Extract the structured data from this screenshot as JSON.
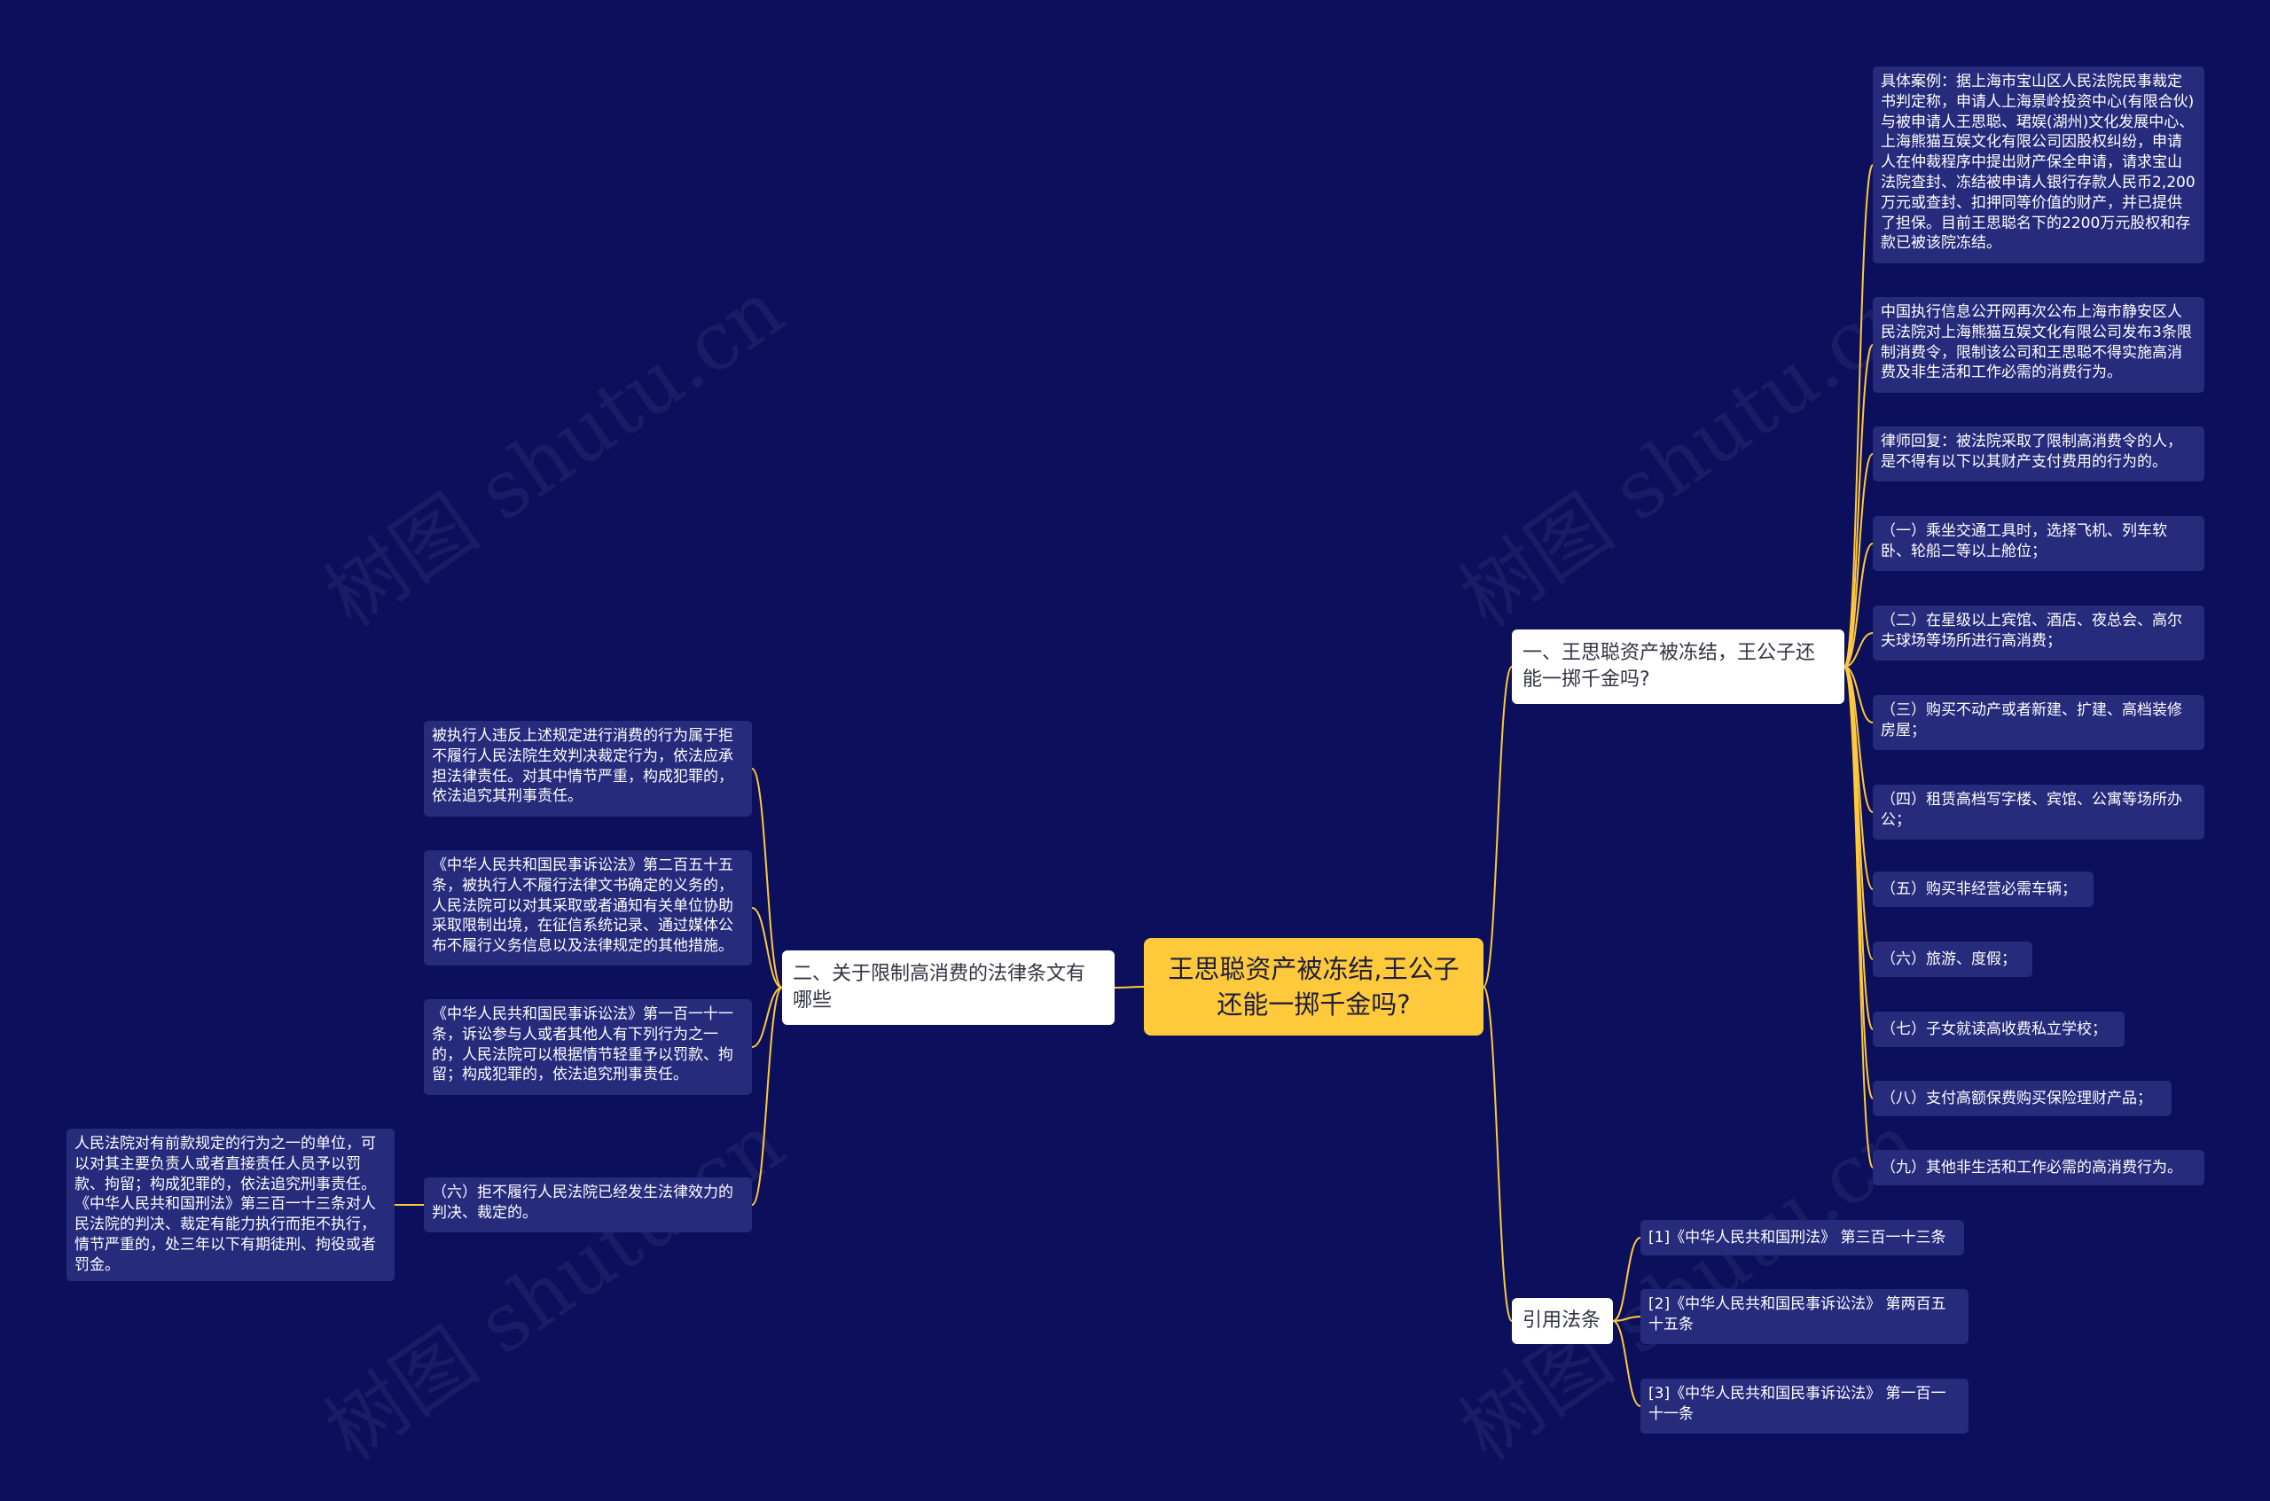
{
  "watermark": "树图 shutu.cn",
  "colors": {
    "background": "#0b0f5c",
    "root": "#ffc93c",
    "branch": "#ffffff",
    "leaf": "#262b7c",
    "connector": "#ffc93c"
  },
  "root": {
    "text": "王思聪资产被冻结,王公子还能一掷千金吗?"
  },
  "branch1": {
    "title": "一、王思聪资产被冻结，王公子还能一掷千金吗?",
    "children": [
      "具体案例：据上海市宝山区人民法院民事裁定书判定称，申请人上海景岭投资中心(有限合伙)与被申请人王思聪、珺娱(湖州)文化发展中心、上海熊猫互娱文化有限公司因股权纠纷，申请人在仲裁程序中提出财产保全申请，请求宝山法院查封、冻结被申请人银行存款人民币2,200万元或查封、扣押同等价值的财产，并已提供了担保。目前王思聪名下的2200万元股权和存款已被该院冻结。",
      "中国执行信息公开网再次公布上海市静安区人民法院对上海熊猫互娱文化有限公司发布3条限制消费令，限制该公司和王思聪不得实施高消费及非生活和工作必需的消费行为。",
      "律师回复：被法院采取了限制高消费令的人，是不得有以下以其财产支付费用的行为的。",
      "（一）乘坐交通工具时，选择飞机、列车软卧、轮船二等以上舱位；",
      "（二）在星级以上宾馆、酒店、夜总会、高尔夫球场等场所进行高消费；",
      "（三）购买不动产或者新建、扩建、高档装修房屋；",
      "（四）租赁高档写字楼、宾馆、公寓等场所办公；",
      "（五）购买非经营必需车辆；",
      "（六）旅游、度假；",
      "（七）子女就读高收费私立学校；",
      "（八）支付高额保费购买保险理财产品；",
      "（九）其他非生活和工作必需的高消费行为。"
    ]
  },
  "branch2": {
    "title": "二、关于限制高消费的法律条文有哪些",
    "children": [
      "被执行人违反上述规定进行消费的行为属于拒不履行人民法院生效判决裁定行为，依法应承担法律责任。对其中情节严重，构成犯罪的，依法追究其刑事责任。",
      "《中华人民共和国民事诉讼法》第二百五十五条，被执行人不履行法律文书确定的义务的，人民法院可以对其采取或者通知有关单位协助采取限制出境，在征信系统记录、通过媒体公布不履行义务信息以及法律规定的其他措施。",
      "《中华人民共和国民事诉讼法》第一百一十一条，诉讼参与人或者其他人有下列行为之一的，人民法院可以根据情节轻重予以罚款、拘留；构成犯罪的，依法追究刑事责任。",
      "（六）拒不履行人民法院已经发生法律效力的判决、裁定的。"
    ],
    "grandchild": "人民法院对有前款规定的行为之一的单位，可以对其主要负责人或者直接责任人员予以罚款、拘留；构成犯罪的，依法追究刑事责任。《中华人民共和国刑法》第三百一十三条对人民法院的判决、裁定有能力执行而拒不执行，情节严重的，处三年以下有期徒刑、拘役或者罚金。"
  },
  "branch3": {
    "title": "引用法条",
    "children": [
      "[1]《中华人民共和国刑法》 第三百一十三条",
      "[2]《中华人民共和国民事诉讼法》 第两百五十五条",
      "[3]《中华人民共和国民事诉讼法》 第一百一十一条"
    ]
  }
}
